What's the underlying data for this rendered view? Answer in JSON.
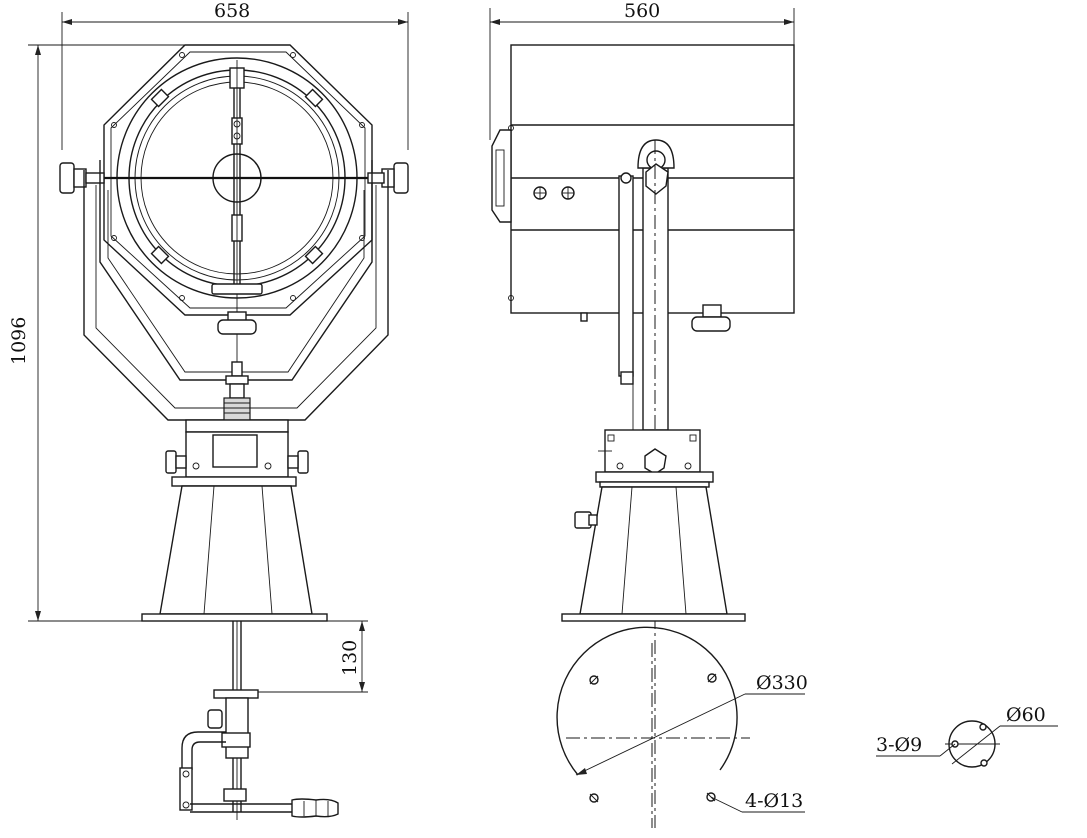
{
  "dimensions": {
    "front_width": "658",
    "side_width": "560",
    "overall_height": "1096",
    "mount_depth": "130",
    "base_circle_diameter": "Ø330",
    "base_hole_spec": "4-Ø13",
    "small_flange_diameter": "Ø60",
    "small_flange_holes": "3-Ø9"
  },
  "icons": {
    "front_view": "searchlight-front-view",
    "side_view": "searchlight-side-view",
    "base_plan": "base-flange-plan",
    "small_flange": "small-flange-plan"
  }
}
